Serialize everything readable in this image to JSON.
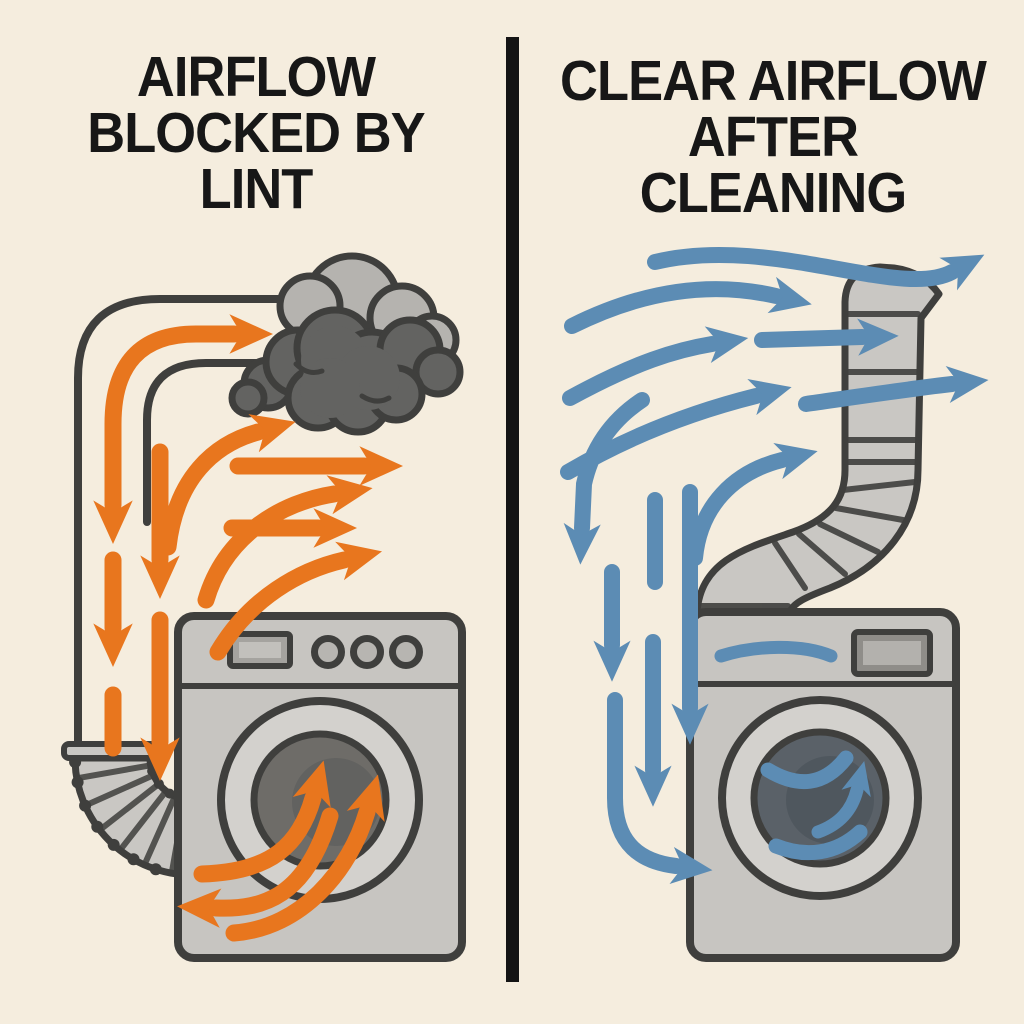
{
  "panels": {
    "left": {
      "title": "AIRFLOW\nBLOCKED BY\nLINT",
      "state": "blocked",
      "arrow_color": "#e8761e"
    },
    "right": {
      "title": "CLEAR AIRFLOW\nAFTER CLEANING",
      "state": "clear",
      "arrow_color": "#5c8cb4"
    }
  },
  "colors": {
    "bg": "#f5edde",
    "divider": "#141414",
    "title": "#171717",
    "orange": "#e8761e",
    "blue": "#5c8cb4",
    "outline": "#3f3f3d",
    "duct_fill": "#c9c7c3",
    "duct_line": "#55534f",
    "dryer_body": "#c7c5c1",
    "door_ring": "#d3d1cd",
    "drum_left": "#6e6c68",
    "drum_right": "#5a6168",
    "lint_dark": "#636361",
    "lint_light": "#b5b3af"
  }
}
